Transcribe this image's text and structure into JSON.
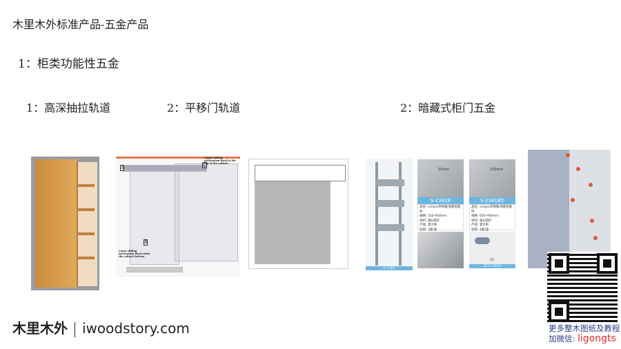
{
  "title": "木里木外标准产品-五金产品",
  "section": "1：柜类功能性五金",
  "subsections": [
    "1：高深抽拉轨道",
    "2：平移门轨道",
    "2：暗藏式柜门五金"
  ],
  "cards": [
    {
      "dim": "55mm",
      "code": "S-2381B",
      "lines": [
        "品名: eclipse带侧板顶底铰配件",
        "规格: 550-900mm",
        "材料: 铝&塑料",
        "产地: 意大利",
        "包装: 1套/盒"
      ]
    },
    {
      "dim": "150mm",
      "code": "S-2381BD",
      "lines": [
        "品名: eclipse带侧板顶底铰配件",
        "规格: 650-900mm",
        "材料: 铝&塑料",
        "产地: 意大利",
        "包装: 1套/盒"
      ]
    }
  ],
  "hinge_code": "S-2381",
  "damper_code": "SCA-2834",
  "damper_dim": "25",
  "slide_labels": {
    "a": "A",
    "b": "B",
    "c": "C",
    "upper": "Upper sliding mechanism fixed to the top of the cabinet",
    "lower": "Lower sliding mechanism fixed under the cabinet bottom"
  },
  "logo": {
    "cn": "木里木外",
    "en": "iwoodstory.com"
  },
  "promo": {
    "line1": "更多整木图纸及教程",
    "line2_prefix": "加微信: ",
    "wechat": "ligongts"
  }
}
